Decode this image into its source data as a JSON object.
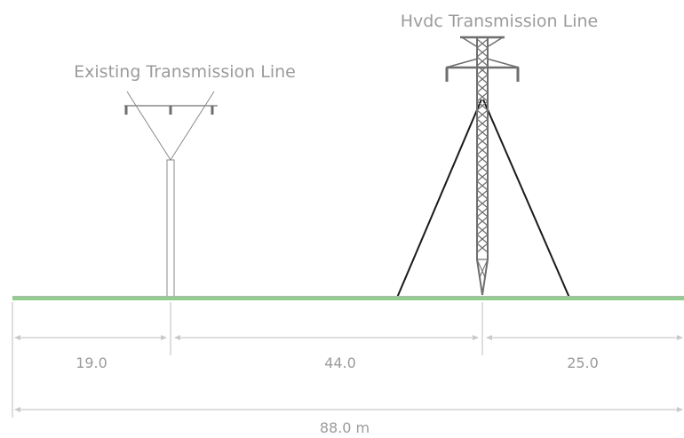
{
  "labels": {
    "existing_title": "Existing Transmission Line",
    "hvdc_title": "Hvdc  Transmission Line"
  },
  "dimensions": {
    "seg1": "19.0",
    "seg2": "44.0",
    "seg3": "25.0",
    "total": "88.0 m"
  },
  "colors": {
    "ground": "#8fcf8c",
    "tower": "#6e6e6e",
    "guy_wire": "#1a1a1a",
    "dimension_line": "#c9c9c9",
    "text": "#9b9b9b"
  }
}
